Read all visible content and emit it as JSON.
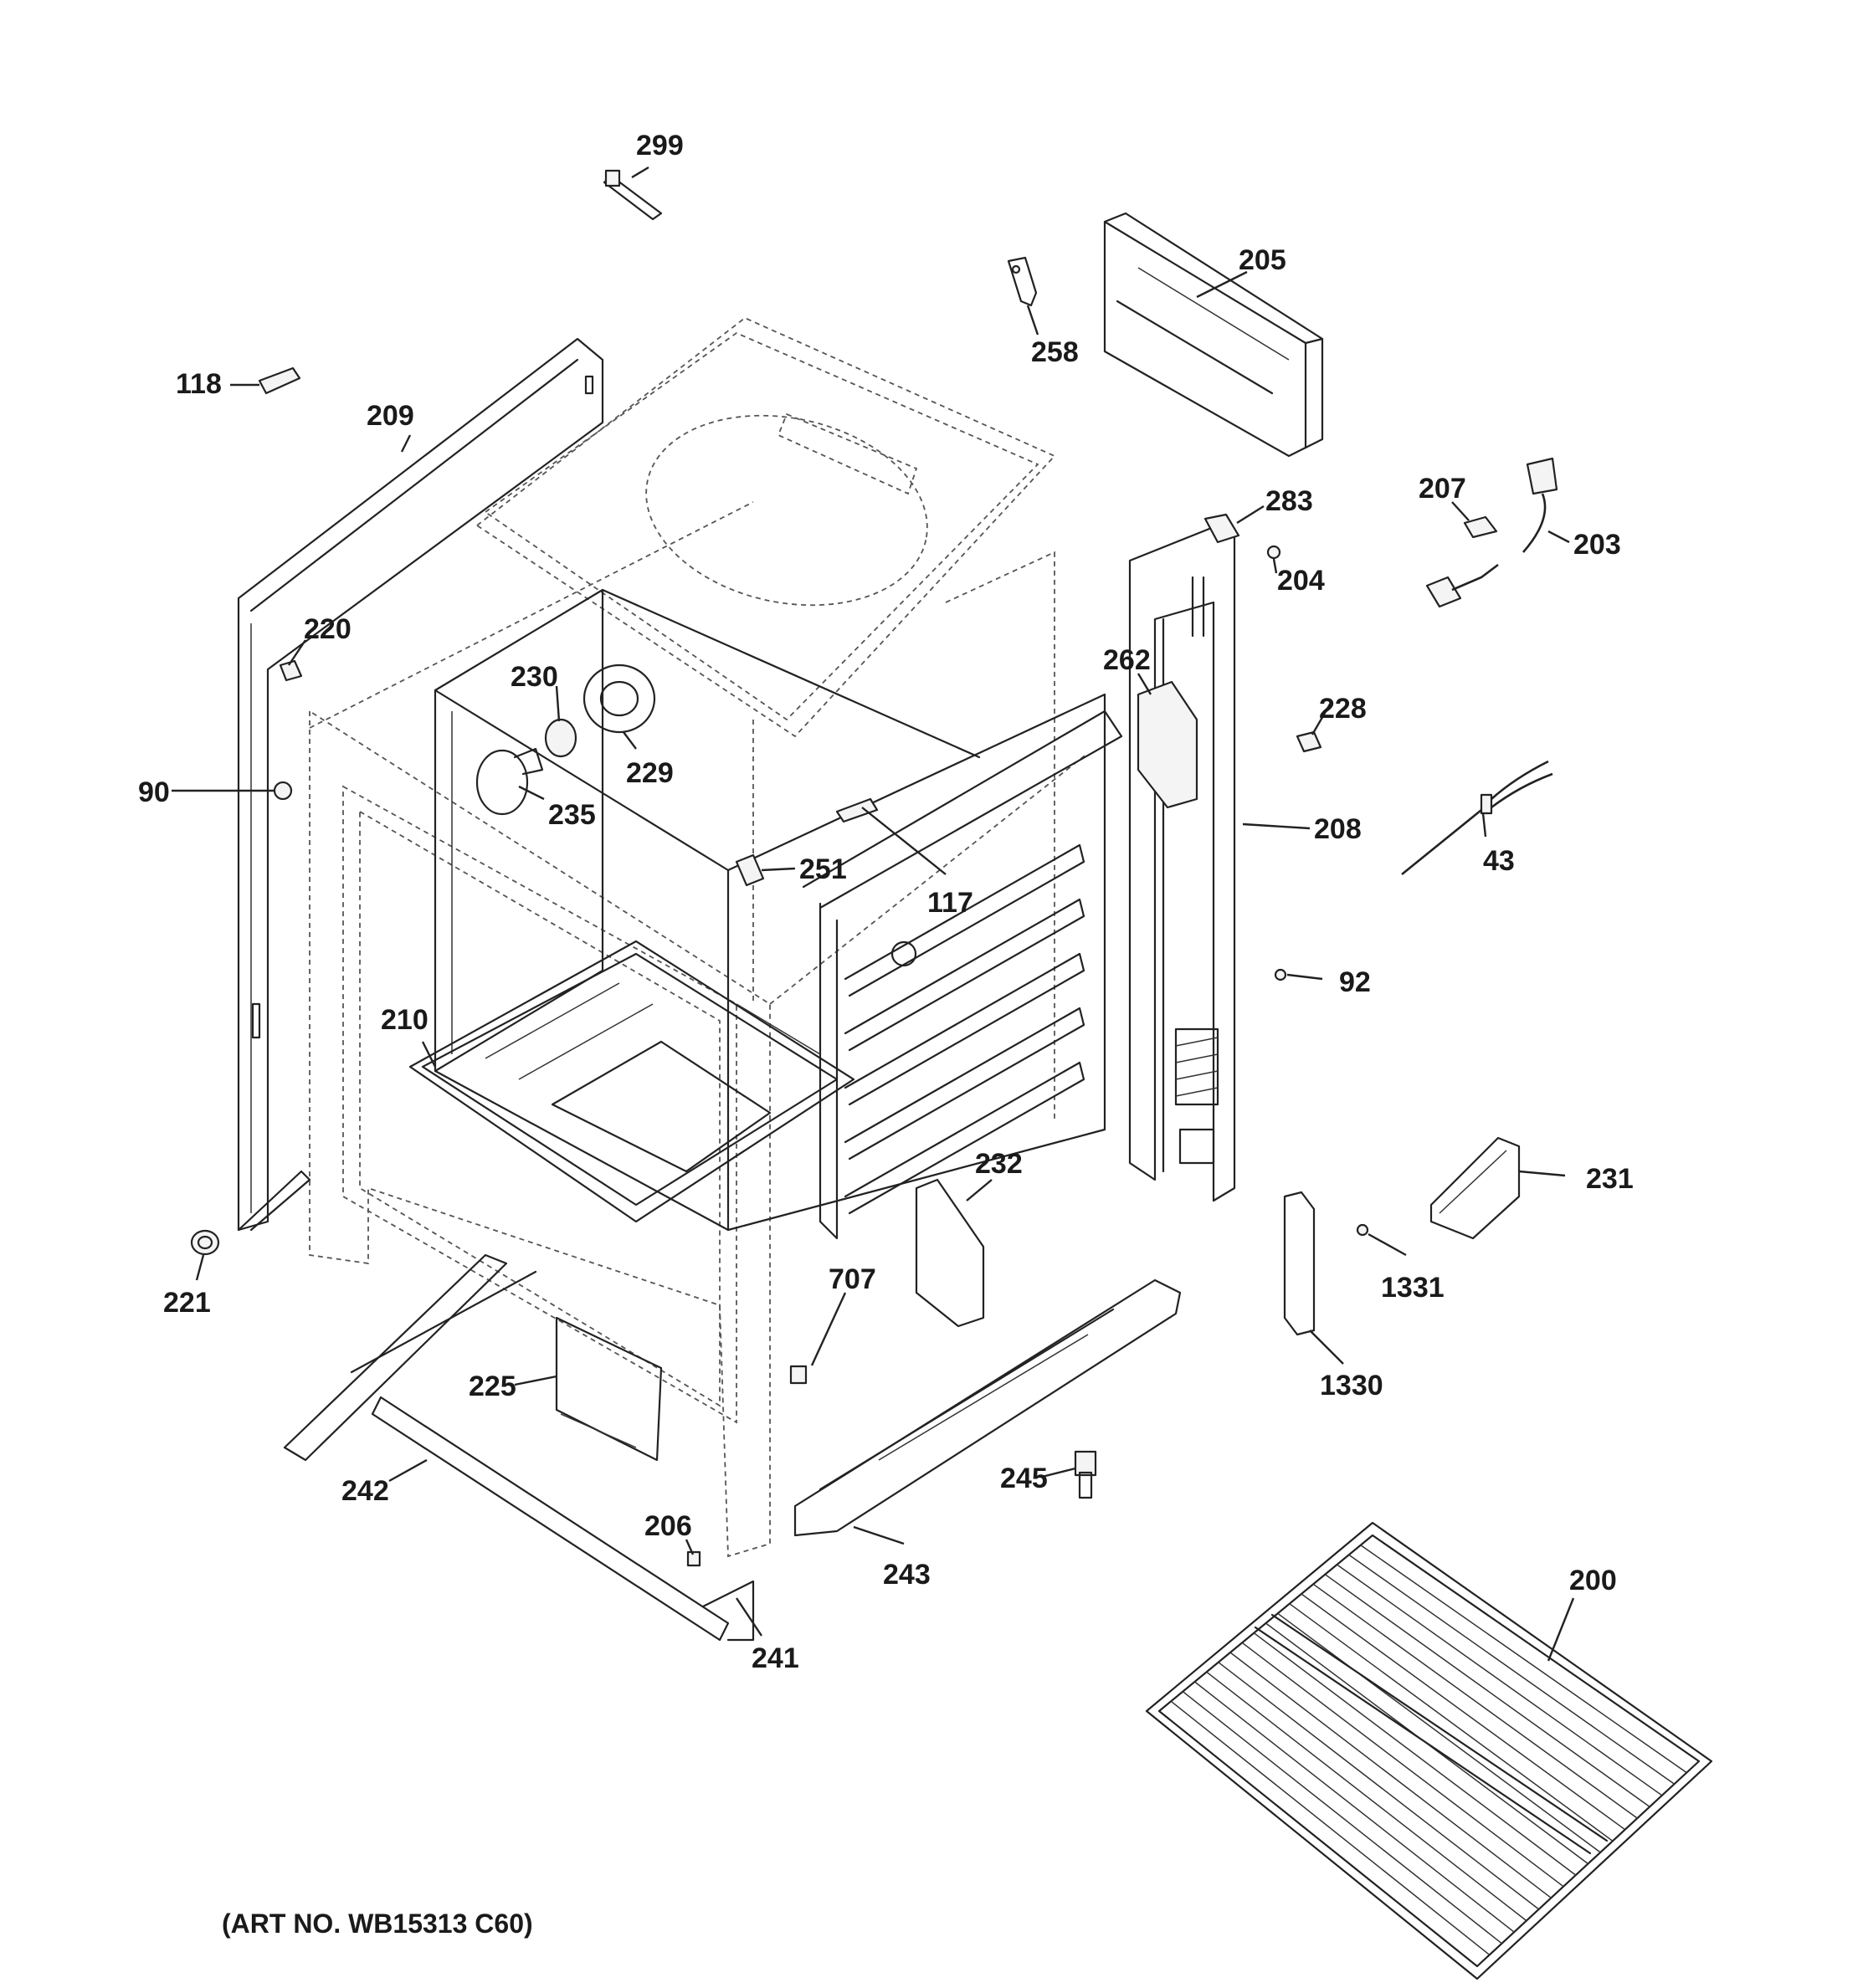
{
  "figure": {
    "art_number": "(ART NO. WB15313 C60)"
  },
  "callouts": {
    "c299": "299",
    "c205": "205",
    "c258": "258",
    "c118": "118",
    "c209": "209",
    "c283": "283",
    "c207": "207",
    "c203": "203",
    "c204": "204",
    "c220": "220",
    "c230": "230",
    "c262": "262",
    "c228": "228",
    "c90": "90",
    "c229": "229",
    "c235": "235",
    "c208": "208",
    "c43": "43",
    "c251": "251",
    "c117": "117",
    "c92": "92",
    "c210": "210",
    "c232": "232",
    "c231": "231",
    "c221": "221",
    "c707": "707",
    "c1331": "1331",
    "c1330": "1330",
    "c225": "225",
    "c245": "245",
    "c242": "242",
    "c206": "206",
    "c243": "243",
    "c241": "241",
    "c200": "200"
  }
}
